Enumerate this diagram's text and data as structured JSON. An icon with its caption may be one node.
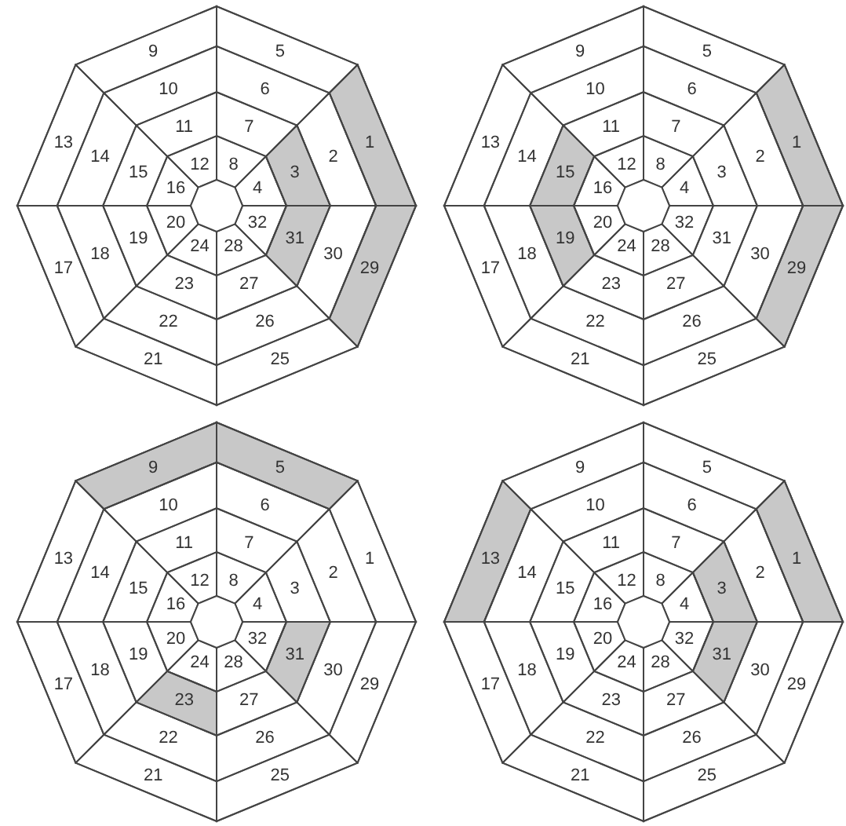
{
  "diagram": {
    "nodes": [
      {
        "text": [],
        "shape": "octagon"
      },
      {
        "text": [],
        "shape": "band",
        "in": 0
      },
      {
        "text": [
          "1"
        ],
        "in": 1
      },
      {
        "text": [
          "2"
        ],
        "in": 0
      },
      {
        "text": [],
        "shape": "band",
        "in": 0
      },
      {
        "text": [
          "3"
        ],
        "in": 4
      },
      {
        "text": [
          "4"
        ],
        "in": 0
      },
      {
        "text": [
          "5"
        ],
        "in": 0
      },
      {
        "text": [
          "6"
        ],
        "in": 0
      },
      {
        "text": [
          "7"
        ],
        "in": 0
      },
      {
        "text": [
          "8"
        ],
        "in": 0
      },
      {
        "text": [
          "9"
        ],
        "in": 0
      },
      {
        "text": [
          "10"
        ],
        "in": 0
      },
      {
        "text": [
          "11"
        ],
        "in": 0
      },
      {
        "text": [
          "12"
        ],
        "in": 0
      },
      {
        "text": [
          "13"
        ],
        "in": 0
      },
      {
        "text": [
          "14"
        ],
        "in": 0
      },
      {
        "text": [
          "15"
        ],
        "in": 0
      },
      {
        "text": [
          "16"
        ],
        "in": 0
      },
      {
        "text": [
          "17"
        ],
        "in": 0
      },
      {
        "text": [
          "18"
        ],
        "in": 0
      },
      {
        "text": [
          "19"
        ],
        "in": 0
      },
      {
        "text": [
          "20"
        ],
        "in": 0
      },
      {
        "text": [
          "21"
        ],
        "in": 0
      },
      {
        "text": [
          "22"
        ],
        "in": 0
      },
      {
        "text": [
          "23"
        ],
        "in": 0
      },
      {
        "text": [
          "24"
        ],
        "in": 0
      },
      {
        "text": [
          "25"
        ],
        "in": 0
      },
      {
        "text": [
          "26"
        ],
        "in": 0
      },
      {
        "text": [
          "27"
        ],
        "in": 0
      },
      {
        "text": [
          "28"
        ],
        "in": 0
      },
      {
        "text": [],
        "shape": "band",
        "in": 0
      },
      {
        "text": [
          "29"
        ],
        "in": 31
      },
      {
        "text": [
          "30"
        ],
        "in": 0
      },
      {
        "text": [],
        "shape": "band",
        "in": 0
      },
      {
        "text": [
          "31"
        ],
        "in": 34
      },
      {
        "text": [
          "32"
        ],
        "in": 0
      },
      {
        "text": [],
        "shape": "octagon"
      },
      {
        "text": [],
        "shape": "band",
        "in": 37
      },
      {
        "text": [
          "1"
        ],
        "in": 38
      },
      {
        "text": [
          "2"
        ],
        "in": 37
      },
      {
        "text": [
          "3"
        ],
        "in": 37
      },
      {
        "text": [
          "4"
        ],
        "in": 37
      },
      {
        "text": [
          "5"
        ],
        "in": 37
      },
      {
        "text": [
          "6"
        ],
        "in": 37
      },
      {
        "text": [
          "7"
        ],
        "in": 37
      },
      {
        "text": [
          "8"
        ],
        "in": 37
      },
      {
        "text": [
          "9"
        ],
        "in": 37
      },
      {
        "text": [
          "10"
        ],
        "in": 37
      },
      {
        "text": [
          "11"
        ],
        "in": 37
      },
      {
        "text": [
          "12"
        ],
        "in": 37
      },
      {
        "text": [
          "13"
        ],
        "in": 37
      },
      {
        "text": [
          "14"
        ],
        "in": 37
      },
      {
        "text": [],
        "shape": "band",
        "in": 37
      },
      {
        "text": [
          "15"
        ],
        "in": 53
      },
      {
        "text": [
          "16"
        ],
        "in": 37
      },
      {
        "text": [
          "17"
        ],
        "in": 37
      },
      {
        "text": [
          "18"
        ],
        "in": 37
      },
      {
        "text": [],
        "shape": "band",
        "in": 37
      },
      {
        "text": [
          "19"
        ],
        "in": 58
      },
      {
        "text": [
          "20"
        ],
        "in": 37
      },
      {
        "text": [
          "21"
        ],
        "in": 37
      },
      {
        "text": [
          "22"
        ],
        "in": 37
      },
      {
        "text": [
          "23"
        ],
        "in": 37
      },
      {
        "text": [
          "24"
        ],
        "in": 37
      },
      {
        "text": [
          "25"
        ],
        "in": 37
      },
      {
        "text": [
          "26"
        ],
        "in": 37
      },
      {
        "text": [
          "27"
        ],
        "in": 37
      },
      {
        "text": [
          "28"
        ],
        "in": 37
      },
      {
        "text": [],
        "shape": "band",
        "in": 37
      },
      {
        "text": [
          "29"
        ],
        "in": 69
      },
      {
        "text": [
          "30"
        ],
        "in": 37
      },
      {
        "text": [
          "31"
        ],
        "in": 37
      },
      {
        "text": [
          "32"
        ],
        "in": 37
      },
      {
        "text": [],
        "shape": "octagon"
      },
      {
        "text": [
          "1"
        ],
        "in": 74
      },
      {
        "text": [
          "2"
        ],
        "in": 74
      },
      {
        "text": [
          "3"
        ],
        "in": 74
      },
      {
        "text": [
          "4"
        ],
        "in": 74
      },
      {
        "text": [],
        "shape": "band",
        "in": 74
      },
      {
        "text": [
          "5"
        ],
        "in": 79
      },
      {
        "text": [
          "6"
        ],
        "in": 74
      },
      {
        "text": [
          "7"
        ],
        "in": 74
      },
      {
        "text": [
          "8"
        ],
        "in": 74
      },
      {
        "text": [],
        "shape": "band",
        "in": 74
      },
      {
        "text": [
          "9"
        ],
        "in": 84
      },
      {
        "text": [
          "10"
        ],
        "in": 74
      },
      {
        "text": [
          "11"
        ],
        "in": 74
      },
      {
        "text": [
          "12"
        ],
        "in": 74
      },
      {
        "text": [
          "13"
        ],
        "in": 74
      },
      {
        "text": [
          "14"
        ],
        "in": 74
      },
      {
        "text": [
          "15"
        ],
        "in": 74
      },
      {
        "text": [
          "16"
        ],
        "in": 74
      },
      {
        "text": [
          "17"
        ],
        "in": 74
      },
      {
        "text": [
          "18"
        ],
        "in": 74
      },
      {
        "text": [
          "19"
        ],
        "in": 74
      },
      {
        "text": [
          "20"
        ],
        "in": 74
      },
      {
        "text": [
          "21"
        ],
        "in": 74
      },
      {
        "text": [
          "22"
        ],
        "in": 74
      },
      {
        "text": [],
        "shape": "band",
        "in": 74
      },
      {
        "text": [
          "23"
        ],
        "in": 99
      },
      {
        "text": [
          "24"
        ],
        "in": 74
      },
      {
        "text": [
          "25"
        ],
        "in": 74
      },
      {
        "text": [
          "26"
        ],
        "in": 74
      },
      {
        "text": [
          "27"
        ],
        "in": 74
      },
      {
        "text": [
          "28"
        ],
        "in": 74
      },
      {
        "text": [
          "29"
        ],
        "in": 74
      },
      {
        "text": [
          "30"
        ],
        "in": 74
      },
      {
        "text": [],
        "shape": "band",
        "in": 74
      },
      {
        "text": [
          "31"
        ],
        "in": 108
      },
      {
        "text": [
          "32"
        ],
        "in": 74
      },
      {
        "text": [],
        "shape": "octagon"
      },
      {
        "text": [],
        "shape": "band",
        "in": 111
      },
      {
        "text": [
          "1"
        ],
        "in": 112
      },
      {
        "text": [
          "2"
        ],
        "in": 111
      },
      {
        "text": [],
        "shape": "band",
        "in": 111
      },
      {
        "text": [
          "3"
        ],
        "in": 115
      },
      {
        "text": [
          "4"
        ],
        "in": 111
      },
      {
        "text": [
          "5"
        ],
        "in": 111
      },
      {
        "text": [
          "6"
        ],
        "in": 111
      },
      {
        "text": [
          "7"
        ],
        "in": 111
      },
      {
        "text": [
          "8"
        ],
        "in": 111
      },
      {
        "text": [
          "9"
        ],
        "in": 111
      },
      {
        "text": [
          "10"
        ],
        "in": 111
      },
      {
        "text": [
          "11"
        ],
        "in": 111
      },
      {
        "text": [
          "12"
        ],
        "in": 111
      },
      {
        "text": [],
        "shape": "band",
        "in": 111
      },
      {
        "text": [
          "13"
        ],
        "in": 126
      },
      {
        "text": [
          "14"
        ],
        "in": 111
      },
      {
        "text": [
          "15"
        ],
        "in": 111
      },
      {
        "text": [
          "16"
        ],
        "in": 111
      },
      {
        "text": [
          "17"
        ],
        "in": 111
      },
      {
        "text": [
          "18"
        ],
        "in": 111
      },
      {
        "text": [
          "19"
        ],
        "in": 111
      },
      {
        "text": [
          "20"
        ],
        "in": 111
      },
      {
        "text": [
          "21"
        ],
        "in": 111
      },
      {
        "text": [
          "22"
        ],
        "in": 111
      },
      {
        "text": [
          "23"
        ],
        "in": 111
      },
      {
        "text": [
          "24"
        ],
        "in": 111
      },
      {
        "text": [
          "25"
        ],
        "in": 111
      },
      {
        "text": [
          "26"
        ],
        "in": 111
      },
      {
        "text": [
          "27"
        ],
        "in": 111
      },
      {
        "text": [
          "28"
        ],
        "in": 111
      },
      {
        "text": [
          "29"
        ],
        "in": 111
      },
      {
        "text": [
          "30"
        ],
        "in": 111
      },
      {
        "text": [],
        "shape": "band",
        "in": 111
      },
      {
        "text": [
          "31"
        ],
        "in": 145
      },
      {
        "text": [
          "32"
        ],
        "in": 111
      },
      {
        "text": [],
        "shape": "octagon",
        "in": 0
      },
      {
        "text": [],
        "shape": "octagon",
        "in": 37
      },
      {
        "text": [],
        "shape": "octagon",
        "in": 74
      },
      {
        "text": [],
        "shape": "octagon",
        "in": 111
      }
    ]
  }
}
